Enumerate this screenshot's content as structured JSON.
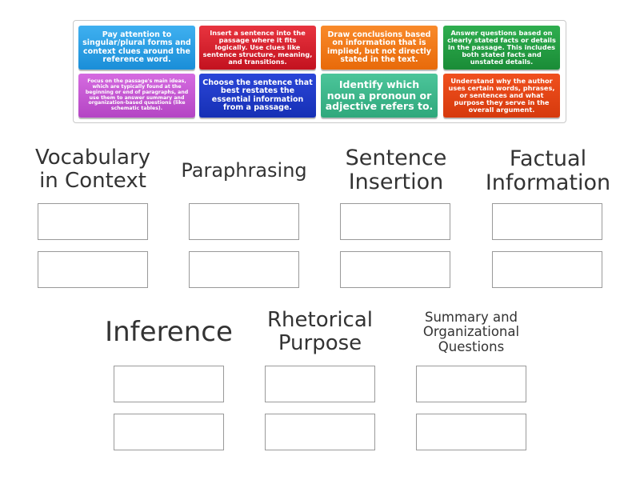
{
  "tiles": [
    {
      "text": "Pay attention to singular/plural forms and context clues around the reference word.",
      "color": "#1a8ed8"
    },
    {
      "text": "Insert a sentence into the passage where it fits logically. Use clues like sentence structure, meaning, and transitions.",
      "color": "#c3121f"
    },
    {
      "text": "Draw conclusions based on information that is implied, but not directly stated in the text.",
      "color": "#e86a0a"
    },
    {
      "text": "Answer questions based on clearly stated facts or details in the passage. This includes both stated facts and unstated details.",
      "color": "#1a8c37"
    },
    {
      "text": "Focus on the passage's main ideas, which are typically found at the beginning or end of paragraphs, and use them to answer summary and organization-based questions (like schematic tables).",
      "color": "#b445c4"
    },
    {
      "text": "Choose the sentence that best restates the essential information from a passage.",
      "color": "#1630b5"
    },
    {
      "text": "Identify which noun a pronoun or adjective refers to.",
      "color": "#2fa87c"
    },
    {
      "text": "Understand why the author uses certain words, phrases, or sentences and what purpose they serve in the overall argument.",
      "color": "#d63a0d"
    }
  ],
  "categories": [
    {
      "label": "Vocabulary in Context"
    },
    {
      "label": "Paraphrasing"
    },
    {
      "label": "Sentence Insertion"
    },
    {
      "label": "Factual Information"
    },
    {
      "label": "Inference"
    },
    {
      "label": "Rhetorical Purpose"
    },
    {
      "label": "Summary and Organizational Questions"
    }
  ]
}
